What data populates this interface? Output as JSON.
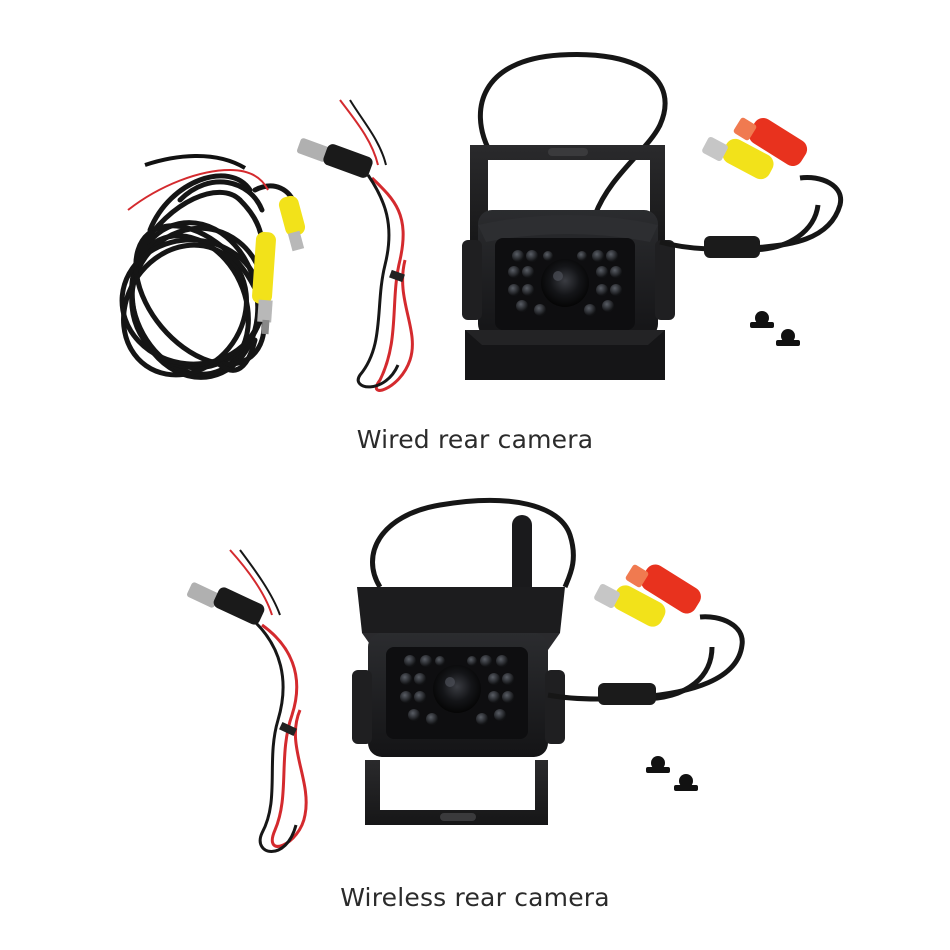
{
  "captions": {
    "wired": "Wired rear camera",
    "wireless": "Wireless rear camera"
  },
  "colors": {
    "background": "#ffffff",
    "camera_body": "#1b1b1d",
    "cable": "#141414",
    "rca_yellow": "#f2e21a",
    "rca_red": "#e8321e",
    "wire_red": "#d42a2e",
    "caption_text": "#2b2b2b"
  },
  "items": {
    "wired": [
      "camera",
      "coiled-extension-cable",
      "power-cable",
      "rca-connectors",
      "screws"
    ],
    "wireless": [
      "camera",
      "antenna",
      "power-cable",
      "rca-connectors",
      "screws"
    ]
  }
}
